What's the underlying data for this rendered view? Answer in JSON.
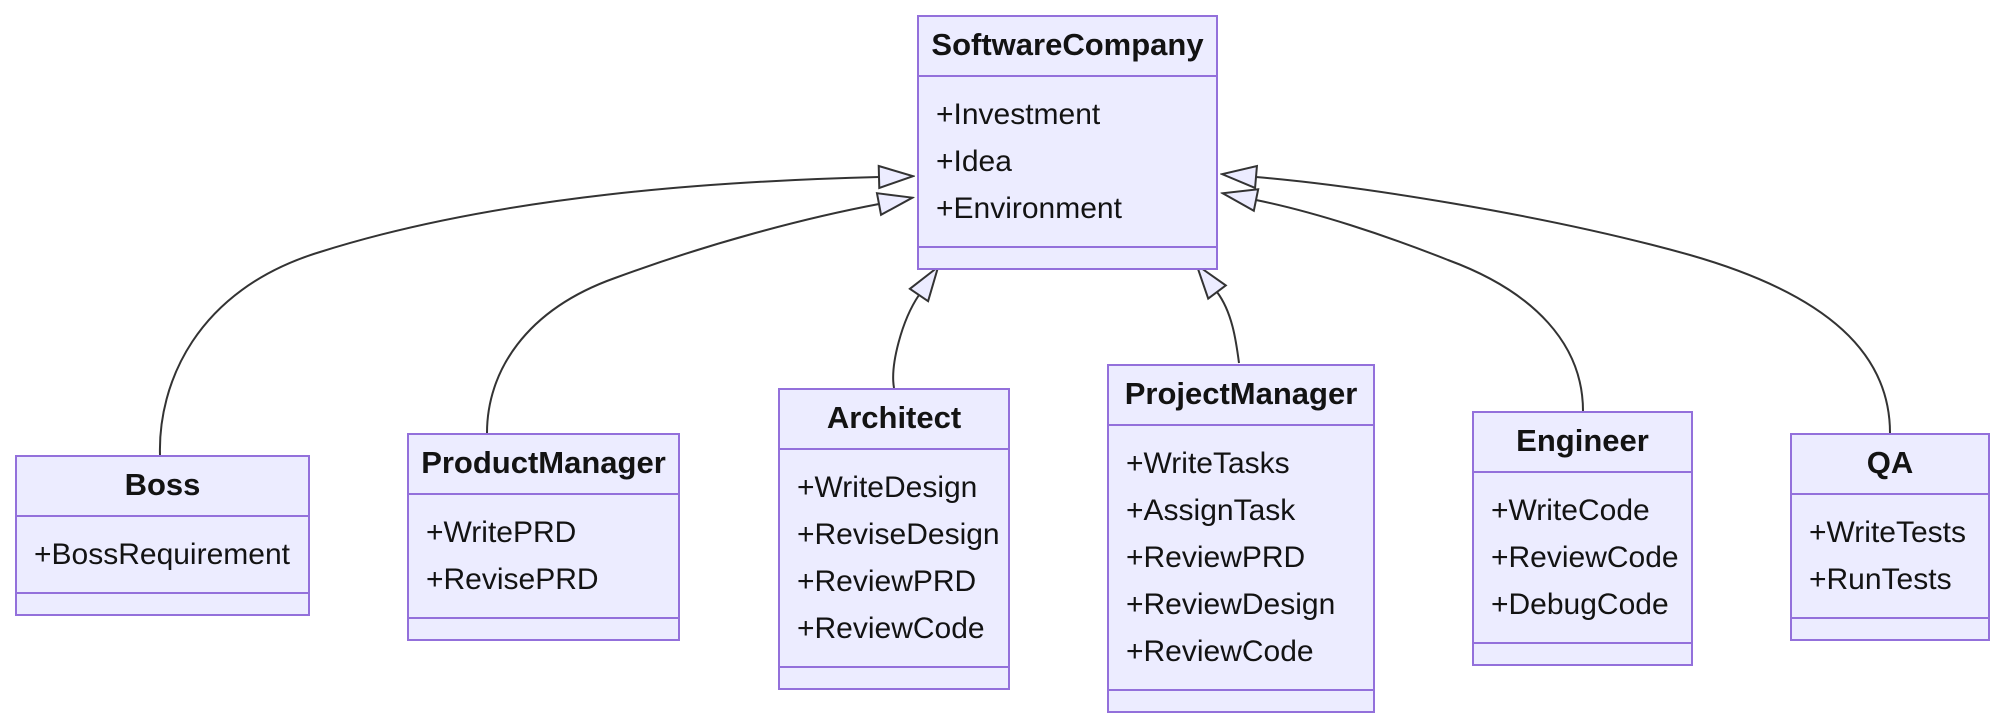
{
  "diagram": {
    "kind": "uml-class-diagram",
    "colors": {
      "node_fill": "#ECECFF",
      "node_border": "#9370DB",
      "edge_line": "#333333",
      "text": "#131313",
      "background": "#ffffff"
    },
    "classes": [
      {
        "name": "SoftwareCompany",
        "attributes": [
          "+Investment",
          "+Idea",
          "+Environment"
        ],
        "methods": []
      },
      {
        "name": "Boss",
        "attributes": [
          "+BossRequirement"
        ],
        "methods": []
      },
      {
        "name": "ProductManager",
        "attributes": [
          "+WritePRD",
          "+RevisePRD"
        ],
        "methods": []
      },
      {
        "name": "Architect",
        "attributes": [
          "+WriteDesign",
          "+ReviseDesign",
          "+ReviewPRD",
          "+ReviewCode"
        ],
        "methods": []
      },
      {
        "name": "ProjectManager",
        "attributes": [
          "+WriteTasks",
          "+AssignTask",
          "+ReviewPRD",
          "+ReviewDesign",
          "+ReviewCode"
        ],
        "methods": []
      },
      {
        "name": "Engineer",
        "attributes": [
          "+WriteCode",
          "+ReviewCode",
          "+DebugCode"
        ],
        "methods": []
      },
      {
        "name": "QA",
        "attributes": [
          "+WriteTests",
          "+RunTests"
        ],
        "methods": []
      }
    ],
    "relationships": [
      {
        "from": "Boss",
        "to": "SoftwareCompany",
        "type": "inheritance"
      },
      {
        "from": "ProductManager",
        "to": "SoftwareCompany",
        "type": "inheritance"
      },
      {
        "from": "Architect",
        "to": "SoftwareCompany",
        "type": "inheritance"
      },
      {
        "from": "ProjectManager",
        "to": "SoftwareCompany",
        "type": "inheritance"
      },
      {
        "from": "Engineer",
        "to": "SoftwareCompany",
        "type": "inheritance"
      },
      {
        "from": "QA",
        "to": "SoftwareCompany",
        "type": "inheritance"
      }
    ]
  }
}
